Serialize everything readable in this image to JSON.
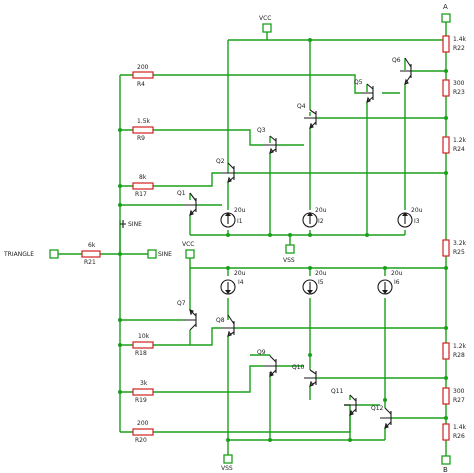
{
  "terminals": {
    "a": "A",
    "b": "B",
    "vcc_top": "VCC",
    "vcc_mid": "VCC",
    "vss_mid": "VSS",
    "vss_bottom": "VSS",
    "triangle": "TRIANGLE",
    "sine": "SINE",
    "sine_tap": "SINE"
  },
  "resistors": {
    "r4": {
      "ref": "R4",
      "value": "200"
    },
    "r9": {
      "ref": "R9",
      "value": "1.5k"
    },
    "r17": {
      "ref": "R17",
      "value": "8k"
    },
    "r21": {
      "ref": "R21",
      "value": "6k"
    },
    "r18": {
      "ref": "R18",
      "value": "10k"
    },
    "r19": {
      "ref": "R19",
      "value": "3k"
    },
    "r20": {
      "ref": "R20",
      "value": "200"
    },
    "r22": {
      "ref": "R22",
      "value": "1.4k"
    },
    "r23": {
      "ref": "R23",
      "value": "300"
    },
    "r24": {
      "ref": "R24",
      "value": "1.2k"
    },
    "r25": {
      "ref": "R25",
      "value": "3.2k"
    },
    "r28": {
      "ref": "R28",
      "value": "1.2k"
    },
    "r27": {
      "ref": "R27",
      "value": "300"
    },
    "r26": {
      "ref": "R26",
      "value": "1.4k"
    }
  },
  "transistors": {
    "q1": "Q1",
    "q2": "Q2",
    "q3": "Q3",
    "q4": "Q4",
    "q5": "Q5",
    "q6": "Q6",
    "q7": "Q7",
    "q8": "Q8",
    "q9": "Q9",
    "q10": "Q10",
    "q11": "Q11",
    "q12": "Q12"
  },
  "current_sources": {
    "i1": {
      "ref": "I1",
      "value": "20u"
    },
    "i2": {
      "ref": "I2",
      "value": "20u"
    },
    "i3": {
      "ref": "I3",
      "value": "20u"
    },
    "i4": {
      "ref": "I4",
      "value": "20u"
    },
    "i5": {
      "ref": "I5",
      "value": "20u"
    },
    "i6": {
      "ref": "I6",
      "value": "20u"
    }
  }
}
